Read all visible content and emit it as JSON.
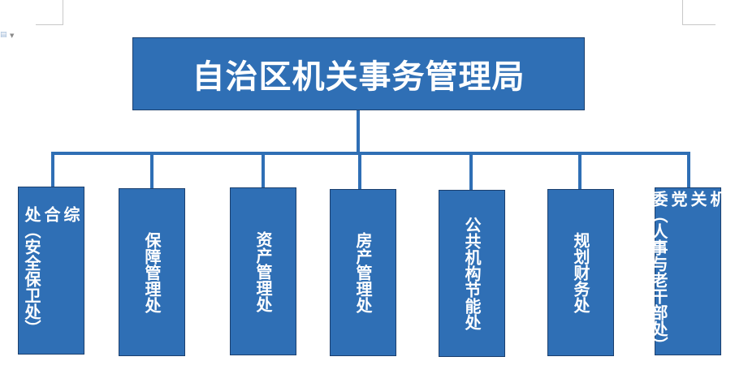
{
  "org_chart": {
    "root": {
      "label": "自治区机关事务管理局"
    },
    "children": [
      {
        "label": "综\n合\n处（安全保卫处）"
      },
      {
        "label": "保障管理处"
      },
      {
        "label": "资产管理处"
      },
      {
        "label": "房产管理处"
      },
      {
        "label": "公共机构节能处"
      },
      {
        "label": "规划财务处"
      },
      {
        "label": "机\n关\n党\n委（人事与老干部处）"
      }
    ]
  }
}
